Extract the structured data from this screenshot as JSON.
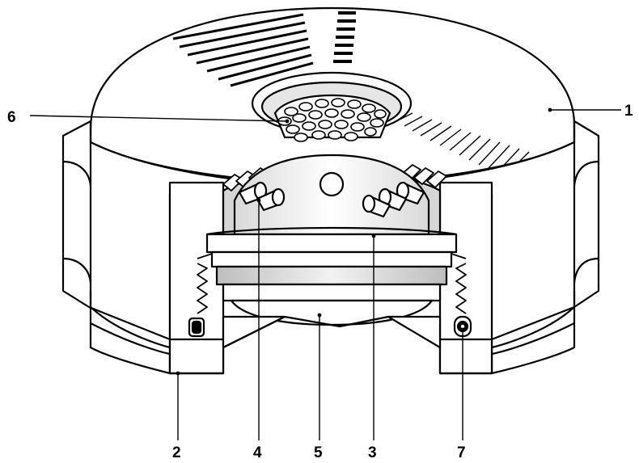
{
  "figure": {
    "callouts": [
      {
        "id": "1",
        "label": "1"
      },
      {
        "id": "2",
        "label": "2"
      },
      {
        "id": "3",
        "label": "3"
      },
      {
        "id": "4",
        "label": "4"
      },
      {
        "id": "5",
        "label": "5"
      },
      {
        "id": "6",
        "label": "6"
      },
      {
        "id": "7",
        "label": "7"
      }
    ]
  },
  "colors": {
    "line": "#000000",
    "fill": "#ffffff",
    "inner_shade": "#cfcfcf",
    "ring_shade": "#b9b9b9"
  }
}
